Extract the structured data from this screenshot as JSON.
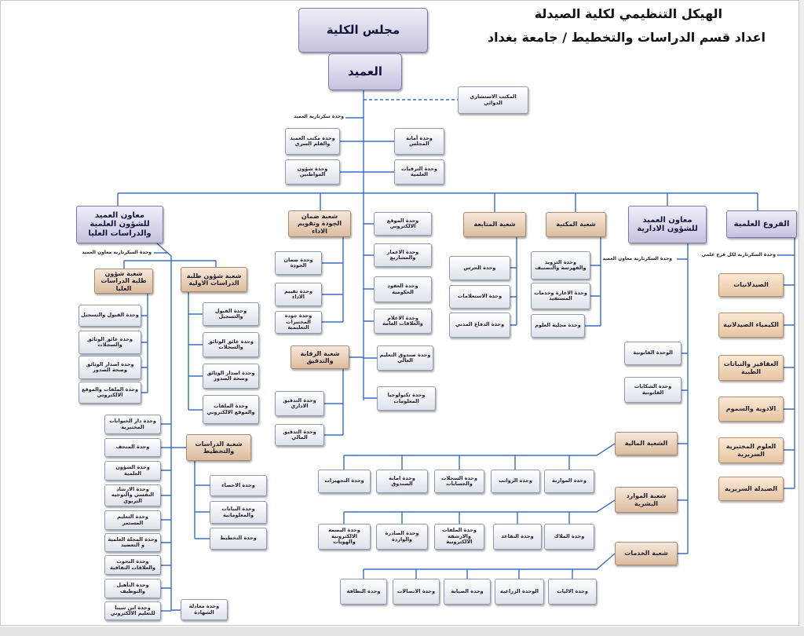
{
  "title": {
    "line1": "الهيكل التنظيمي لكلية  الصيدلة",
    "line2": "اعداد قسم الدراسات والتخطيط / جامعة بغداد"
  },
  "top": {
    "council": "مجلس الكلية",
    "dean": "العميد",
    "advisory_office": "المكتب الاستشاري الدوائي",
    "dean_secretariat": "وحدة سكرتارية العميد",
    "dean_office": "وحدة مكتب العميد والقلم السري",
    "citizens_affairs": "وحدة شؤون المواطنين",
    "council_secretariat": "وحدة أمانة المجلس",
    "promotions": "وحدة الترقيات العلمية"
  },
  "dean_units": [
    "وحدة الموقع الالكتروني",
    "وحدة الاعمار والمشاريع",
    "وحدة العقود الحكومية",
    "وحدة الاعلام والعلاقات العامة",
    "وحدة صندوق التعليم العالي",
    "وحدة تكنولوجيا المعلومات"
  ],
  "quality": {
    "head": "شعبة ضمان الجودة وتقويم الاداء",
    "units": [
      "وحدة ضمان الجودة",
      "وحدة تقييم الاداء",
      "وحدة جودة المختبرات التعليمية"
    ]
  },
  "audit": {
    "head": "شعبة الرقابة والتدقيق",
    "units": [
      "وحدة التدقيق الاداري",
      "وحدة التدقيق المالي"
    ]
  },
  "followup": {
    "head": "شعبة المتابعة",
    "units": [
      "وحدة الحرس",
      "وحدة الاستعلامات",
      "وحدة الدفاع المدني"
    ]
  },
  "library": {
    "head": "شعبة المكتبة",
    "units": [
      "وحدة التزويد والفهرسة والتصنيف",
      "وحدة الاعارة وخدمات المستفيد",
      "وحدة مجلية العلوم"
    ]
  },
  "vp_scientific": {
    "head": "معاون العميد للشؤون العلمية والدراسات العليا",
    "secretariat": "وحدة السكرتارية معاون العميد",
    "pg_students": {
      "head": "شعبة شؤون طلبة الدراسات العليا",
      "units": [
        "وحدة القبول والتسجيل",
        "وحدة عائق الوثائق والسجلات",
        "وحدة اصدار الوثائق وصحة الصدور",
        "وحدة الملفات والموقع الالكتروني"
      ]
    },
    "ug_students": {
      "head": "شعبة شؤون طلبة الدراسات الاولية",
      "units": [
        "وحدة القبول والتسجيل",
        "وحدة عائق الوثائق والسجلات",
        "وحدة اصدار الوثائق وصحة الصدور",
        "وحدة الملفات والموقع الالكتروني"
      ]
    },
    "units": [
      "وحدة دار الحيوانات المختبرية",
      "وحدة المتحف",
      "وحدة الشؤون العلمية",
      "وحدة الارشاد النفسي والتوجيه التربوي",
      "وحدة التعليم المستمر",
      "وحدة المجلة العلمية و التعضيد",
      "وحدة البحوث والعلاقات الثقافية",
      "وحدة التأهيل والتوظيف",
      "وحدة ابن سينا للتعليم الالكتروني"
    ],
    "planning": {
      "head": "شعبة الدراسات والتخطيط",
      "units": [
        "وحدة الاحصاء",
        "وحدة البيانات والمعلوماتية",
        "وحدة التخطيط"
      ]
    },
    "equivalence": "وحدة معادلة الشهادة"
  },
  "vp_admin": {
    "head": "معاون العميد للشؤون الادارية",
    "secretariat": "وحدة السكرتارية معاون العميد",
    "legal": "الوحدة القانونية",
    "complaints": "وحدة الشكايات القانونية",
    "finance": {
      "head": "الشعبة المالية",
      "units": [
        "وحدة الموازنة",
        "وحدة الرواتب",
        "وحدة السجلات والحسابات",
        "وحدة امانة الصندوق",
        "وحدة التجهيزات"
      ]
    },
    "hr": {
      "head": "شعبة الموارد البشرية",
      "units": [
        "وحدة الملاك",
        "وحدة التقاعد",
        "وحدة الملفات والارشفة الالكترونية",
        "وحدة الصادرة والواردة",
        "وحدة البصمة الالكترونية والهويات"
      ]
    },
    "services": {
      "head": "شعبة الخدمات",
      "units": [
        "وحدة الاليات",
        "الوحدة الزراعية",
        "وحدة الصيانة",
        "وحدة الاتصالات",
        "وحدة النظافة"
      ]
    }
  },
  "departments": {
    "head": "الفروع العلمية",
    "secretariat": "وحدة السكرتارية لكل فرع علمي",
    "items": [
      "الصيدلانيات",
      "الكيمياء الصيدلانية",
      "العقاقير والنباتات الطبية",
      "الادوية والسموم",
      "العلوم المختبرية السريرية",
      "الصيدلة السريرية"
    ]
  },
  "colors": {
    "connector": "#3a6fc4",
    "lavender_top": "#efeef8",
    "lavender_bottom": "#c6c2df",
    "lavender_border": "#7d79ad",
    "tan_top": "#f7e8da",
    "tan_bottom": "#dcbc9f",
    "tan_border": "#a98a70",
    "unit_top": "#ffffff",
    "unit_bottom": "#dde2ea",
    "unit_border": "#8c9cb6",
    "branch_top": "#fbe8d4",
    "branch_bottom": "#e7c6a3",
    "branch_border": "#b3906e"
  }
}
